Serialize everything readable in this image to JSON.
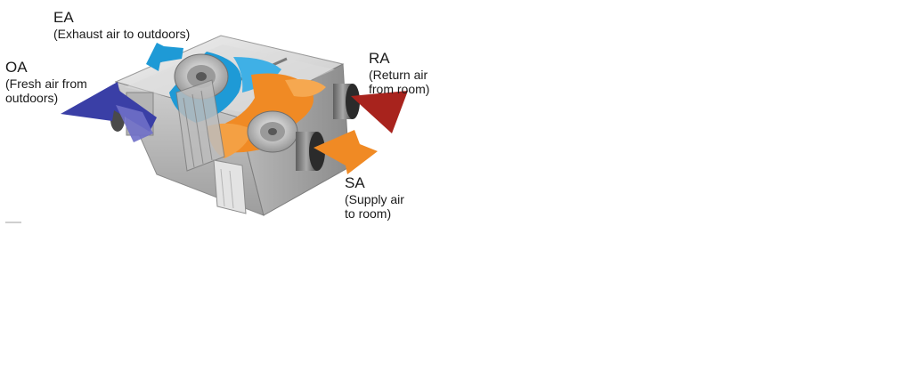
{
  "labels": {
    "ea": {
      "code": "EA",
      "desc": "(Exhaust air to outdoors)"
    },
    "oa": {
      "code": "OA",
      "desc_lines": [
        "(Fresh air from",
        "outdoors)"
      ]
    },
    "ra": {
      "code": "RA",
      "desc_lines": [
        "(Return air",
        "from room)"
      ]
    },
    "sa": {
      "code": "SA",
      "desc_lines": [
        "(Supply air",
        "to room)"
      ]
    }
  },
  "colors": {
    "exhaust_blue": "#1e9ad6",
    "fresh_air_indigo": "#3a3fa6",
    "return_red": "#a8231d",
    "supply_orange": "#f08a24",
    "casing_gray": "#c9c9c9"
  }
}
